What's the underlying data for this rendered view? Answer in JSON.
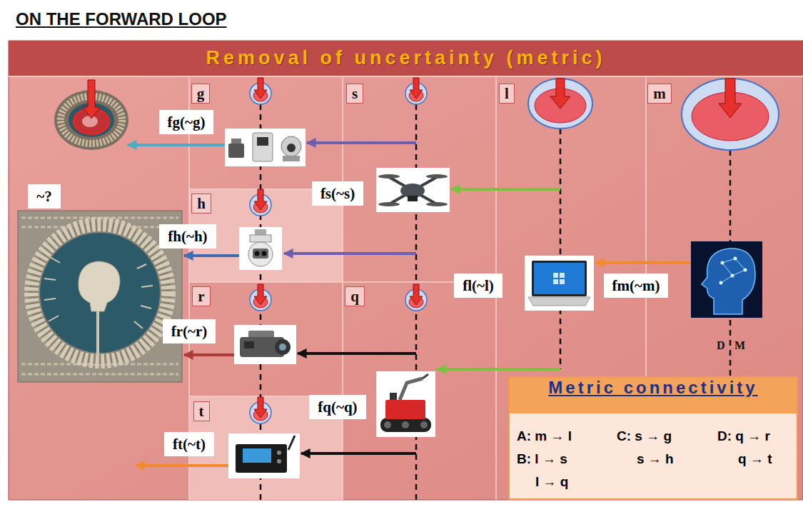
{
  "diagram": {
    "title": "ON THE FORWARD LOOP",
    "nodes": [
      {
        "text": [
          "Removal of uncertainty (metric)"
        ]
      },
      {
        "text": [
          "g"
        ]
      },
      {
        "text": [
          "s"
        ]
      },
      {
        "text": [
          "l"
        ]
      },
      {
        "text": [
          "m"
        ]
      },
      {
        "text": [
          "fg(~g)"
        ]
      },
      {
        "text": [
          "~?"
        ]
      },
      {
        "text": [
          "h"
        ]
      },
      {
        "text": [
          "fs(~s)"
        ]
      },
      {
        "text": [
          "fh(~h)"
        ]
      },
      {
        "text": [
          "fl(~l)"
        ]
      },
      {
        "text": [
          "fm(~m)"
        ]
      },
      {
        "text": [
          "r"
        ]
      },
      {
        "text": [
          "q"
        ]
      },
      {
        "text": [
          "fr(~r)"
        ]
      },
      {
        "text": [
          "fq(~q)"
        ]
      },
      {
        "text": [
          "t"
        ]
      },
      {
        "text": [
          "ft(~t)"
        ]
      },
      {
        "text": [
          "Metric connectivity",
          "A: m → l",
          "B: l → s",
          "l → q",
          "C: s → g",
          "s → h",
          "D: q → r",
          "q → t"
        ]
      }
    ],
    "labels": [
      "D",
      "M"
    ]
  }
}
